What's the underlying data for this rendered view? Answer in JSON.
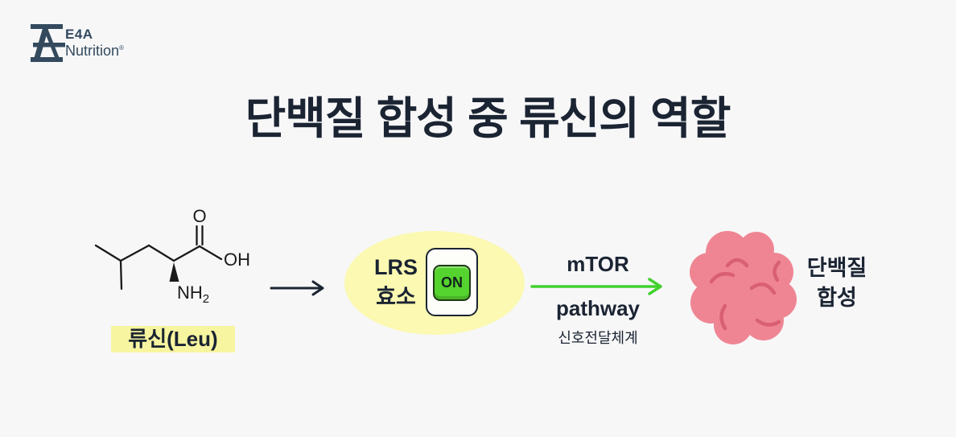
{
  "colors": {
    "background": "#f7f7f8",
    "ink_navy": "#1b2432",
    "logo_navy": "#334a5e",
    "highlight_yellow": "#f8f5a0",
    "ellipse_yellow": "#fbf9b2",
    "switch_green": "#55d32e",
    "arrow_green": "#43d12f",
    "blob_pink": "#ef8593",
    "squiggle_pink": "#d95f72",
    "bond_black": "#1a1a1a"
  },
  "logo": {
    "brand": "E4A",
    "division": "Nutrition",
    "registered": "®"
  },
  "title": "단백질 합성 중 류신의 역할",
  "leucine": {
    "label": "류신(Leu)",
    "atom_o": "O",
    "atom_oh": "OH",
    "atom_nh": "NH",
    "atom_nh_sub": "2"
  },
  "enzyme": {
    "name": "LRS",
    "type": "효소",
    "switch_state": "ON"
  },
  "pathway": {
    "name_line1": "mTOR",
    "name_line2": "pathway",
    "subtitle": "신호전달체계"
  },
  "outcome": {
    "line1": "단백질",
    "line2": "합성"
  }
}
